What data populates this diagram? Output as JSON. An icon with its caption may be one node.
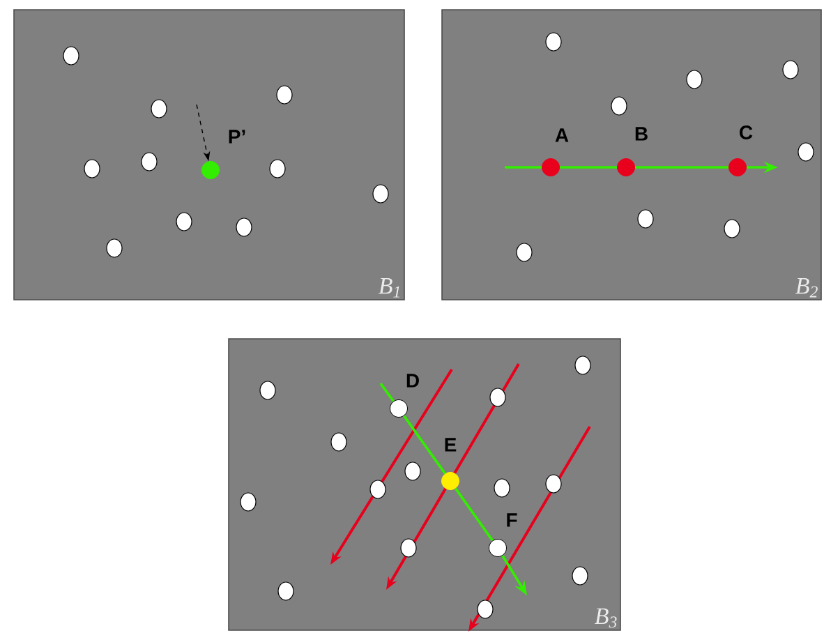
{
  "diagram": {
    "nodes": [
      {
        "text": [
          "B$_{1}$"
        ]
      },
      {
        "text": [],
        "shape": "circle",
        "in": 0
      },
      {
        "text": [],
        "shape": "circle",
        "in": 0
      },
      {
        "text": [],
        "shape": "circle",
        "in": 0
      },
      {
        "text": [],
        "shape": "circle",
        "in": 0
      },
      {
        "text": [],
        "shape": "circle",
        "in": 0
      },
      {
        "text": [],
        "shape": "circle",
        "in": 0
      },
      {
        "text": [
          "P’"
        ],
        "in": 0
      },
      {
        "text": [],
        "shape": "circle",
        "in": 0
      },
      {
        "text": [],
        "shape": "circle",
        "in": 0
      },
      {
        "text": [],
        "shape": "circle",
        "in": 0
      },
      {
        "text": [],
        "shape": "circle",
        "in": 0
      },
      {
        "text": [
          "B$_{2}$"
        ]
      },
      {
        "text": [],
        "shape": "circle",
        "in": 12
      },
      {
        "text": [],
        "shape": "circle",
        "in": 12
      },
      {
        "text": [],
        "shape": "circle",
        "in": 12
      },
      {
        "text": [],
        "shape": "circle",
        "in": 12
      },
      {
        "text": [],
        "shape": "circle",
        "in": 12
      },
      {
        "text": [
          "A"
        ],
        "in": 12
      },
      {
        "text": [
          "B"
        ],
        "in": 12
      },
      {
        "text": [
          "C"
        ],
        "in": 12
      },
      {
        "text": [],
        "shape": "circle",
        "in": 12
      },
      {
        "text": [],
        "shape": "circle",
        "in": 12
      },
      {
        "text": [],
        "shape": "circle",
        "in": 12
      },
      {
        "text": [
          "B$_{3}$"
        ]
      },
      {
        "text": [],
        "shape": "circle",
        "in": 24
      },
      {
        "text": [],
        "shape": "circle",
        "in": 24
      },
      {
        "text": [],
        "shape": "circle",
        "in": 24
      },
      {
        "text": [
          "D"
        ],
        "in": 24
      },
      {
        "text": [],
        "shape": "circle",
        "in": 24
      },
      {
        "text": [],
        "shape": "circle",
        "in": 24
      },
      {
        "text": [
          "E"
        ],
        "in": 24
      },
      {
        "text": [],
        "shape": "circle",
        "in": 24
      },
      {
        "text": [],
        "shape": "circle",
        "in": 24
      },
      {
        "text": [],
        "shape": "circle",
        "in": 24
      },
      {
        "text": [],
        "shape": "circle",
        "in": 24
      },
      {
        "text": [],
        "shape": "circle",
        "in": 24
      },
      {
        "text": [
          "F"
        ],
        "in": 24
      },
      {
        "text": [],
        "shape": "circle",
        "in": 24
      },
      {
        "text": [],
        "shape": "circle",
        "in": 24
      },
      {
        "text": [],
        "shape": "circle",
        "in": 24
      }
    ],
    "edges": [
      {
        "from": null,
        "to": 7,
        "arrow": "to",
        "style": "dashed",
        "color": "#000000"
      },
      {
        "from": null,
        "to": 18,
        "arrow": "none"
      },
      {
        "from": 18,
        "to": 19,
        "arrow": "none"
      },
      {
        "from": 19,
        "to": 20,
        "arrow": "none"
      },
      {
        "from": 20,
        "to": null,
        "arrow": "to"
      },
      {
        "from": null,
        "to": 28,
        "arrow": "none"
      },
      {
        "from": 28,
        "to": 31,
        "arrow": "none"
      },
      {
        "from": 31,
        "to": 37,
        "arrow": "none"
      },
      {
        "from": 37,
        "to": null,
        "arrow": "to"
      }
    ]
  }
}
